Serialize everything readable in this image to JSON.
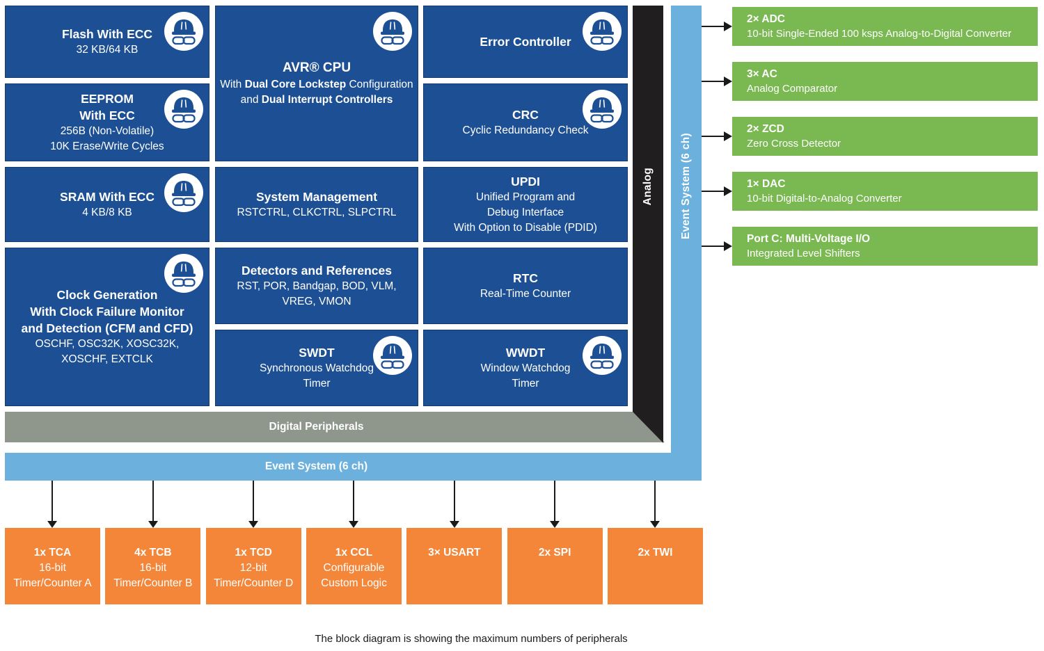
{
  "caption": "The block diagram is showing the maximum numbers of peripherals",
  "colors": {
    "dark_blue": "#1c4f93",
    "light_blue": "#6cb1de",
    "green": "#7ab952",
    "orange": "#f4863a",
    "gray": "#8f968c",
    "black": "#211e1f",
    "ink": "#1a1a1a"
  },
  "icons": {
    "functional_safety": "safety-helmet-with-goggles-icon"
  },
  "blocks": {
    "flash": {
      "title": "Flash With ECC",
      "lines": [
        "32 KB/64 KB"
      ]
    },
    "eeprom": {
      "title_lines": [
        "EEPROM",
        "With ECC"
      ],
      "lines": [
        "256B (Non-Volatile)",
        "10K Erase/Write Cycles"
      ]
    },
    "sram": {
      "title": "SRAM With ECC",
      "lines": [
        "4 KB/8 KB"
      ]
    },
    "clock": {
      "title_lines": [
        "Clock Generation",
        "With Clock Failure Monitor",
        "and Detection (CFM and CFD)"
      ],
      "lines": [
        "OSCHF, OSC32K, XOSC32K,",
        "XOSCHF, EXTCLK"
      ]
    },
    "cpu": {
      "title": "AVR® CPU",
      "subtitle_line1": [
        {
          "t": "With ",
          "b": 0
        },
        {
          "t": "Dual Core Lockstep",
          "b": 1
        },
        {
          "t": " Configuration",
          "b": 0
        }
      ],
      "subtitle_line2": [
        {
          "t": "and ",
          "b": 0
        },
        {
          "t": "Dual Interrupt Controllers",
          "b": 1
        }
      ]
    },
    "sysmgmt": {
      "title": "System Management",
      "lines": [
        "RSTCTRL, CLKCTRL, SLPCTRL"
      ]
    },
    "detectors": {
      "title": "Detectors and References",
      "lines": [
        "RST, POR, Bandgap, BOD, VLM,",
        "VREG, VMON"
      ]
    },
    "swdt": {
      "title": "SWDT",
      "lines": [
        "Synchronous Watchdog",
        "Timer"
      ]
    },
    "error": {
      "title": "Error Controller"
    },
    "crc": {
      "title": "CRC",
      "lines": [
        "Cyclic Redundancy Check"
      ]
    },
    "updi": {
      "title": "UPDI",
      "lines": [
        "Unified Program and",
        "Debug Interface",
        "With Option to Disable (PDID)"
      ]
    },
    "rtc": {
      "title": "RTC",
      "lines": [
        "Real-Time Counter"
      ]
    },
    "wwdt": {
      "title": "WWDT",
      "lines": [
        "Window Watchdog",
        "Timer"
      ]
    }
  },
  "bars": {
    "digital_peripherals": "Digital Peripherals",
    "event_system_horizontal": "Event System (6 ch)",
    "event_system_vertical": "Event System (6 ch)",
    "analog": "Analog"
  },
  "analog_peripherals": [
    {
      "title": "2× ADC",
      "subtitle": "10-bit Single-Ended 100 ksps Analog-to-Digital Converter"
    },
    {
      "title": "3× AC",
      "subtitle": "Analog Comparator"
    },
    {
      "title": "2× ZCD",
      "subtitle": "Zero Cross Detector"
    },
    {
      "title": "1× DAC",
      "subtitle": "10-bit Digital-to-Analog Converter"
    },
    {
      "title": "Port C:  Multi-Voltage I/O",
      "subtitle": "Integrated Level Shifters"
    }
  ],
  "digital_peripherals": [
    {
      "lines": [
        "1x TCA",
        "16-bit",
        "Timer/Counter A"
      ]
    },
    {
      "lines": [
        "4x TCB",
        "16-bit",
        "Timer/Counter B"
      ]
    },
    {
      "lines": [
        "1x TCD",
        "12-bit",
        "Timer/Counter D"
      ]
    },
    {
      "lines": [
        "1x CCL",
        "Configurable",
        "Custom Logic"
      ]
    },
    {
      "lines": [
        "3× USART"
      ]
    },
    {
      "lines": [
        "2x SPI"
      ]
    },
    {
      "lines": [
        "2x TWI"
      ]
    }
  ]
}
